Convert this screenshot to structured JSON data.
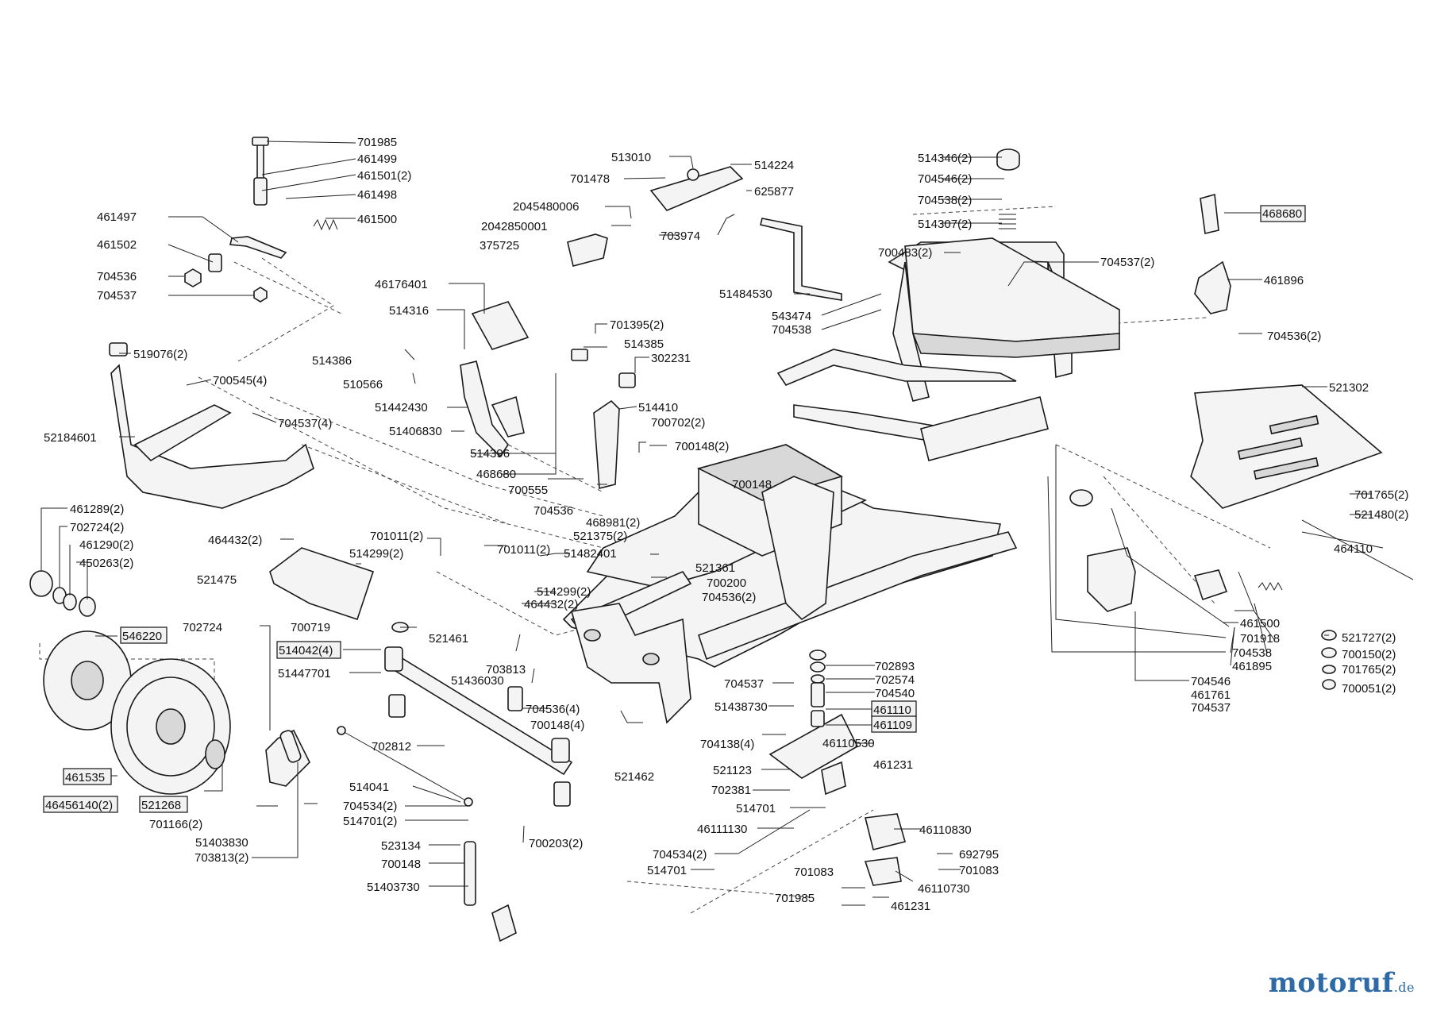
{
  "labels": [
    {
      "text": "701985"
    },
    {
      "text": "461499"
    },
    {
      "text": "461501(2)"
    },
    {
      "text": "461498"
    },
    {
      "text": "461500"
    },
    {
      "text": "461497"
    },
    {
      "text": "461502"
    },
    {
      "text": "704536"
    },
    {
      "text": "704537"
    },
    {
      "text": "513010"
    },
    {
      "text": "514224"
    },
    {
      "text": "701478"
    },
    {
      "text": "625877"
    },
    {
      "text": "2045480006"
    },
    {
      "text": "2042850001"
    },
    {
      "text": "703974"
    },
    {
      "text": "375725"
    },
    {
      "text": "51484530"
    },
    {
      "text": "514346(2)"
    },
    {
      "text": "704546(2)"
    },
    {
      "text": "704538(2)"
    },
    {
      "text": "514307(2)"
    },
    {
      "text": "700483(2)"
    },
    {
      "text": "704537(2)"
    },
    {
      "text": "468680"
    },
    {
      "text": "461896"
    },
    {
      "text": "704536(2)"
    },
    {
      "text": "543474"
    },
    {
      "text": "704538"
    },
    {
      "text": "46176401"
    },
    {
      "text": "514316"
    },
    {
      "text": "701395(2)"
    },
    {
      "text": "514385"
    },
    {
      "text": "514386"
    },
    {
      "text": "302231"
    },
    {
      "text": "510566"
    },
    {
      "text": "51442430"
    },
    {
      "text": "514410"
    },
    {
      "text": "51406830"
    },
    {
      "text": "700702(2)"
    },
    {
      "text": "700148(2)"
    },
    {
      "text": "514396"
    },
    {
      "text": "468680"
    },
    {
      "text": "700555"
    },
    {
      "text": "704536"
    },
    {
      "text": "700148"
    },
    {
      "text": "519076(2)"
    },
    {
      "text": "700545(4)"
    },
    {
      "text": "704537(4)"
    },
    {
      "text": "52184601"
    },
    {
      "text": "521302"
    },
    {
      "text": "701765(2)"
    },
    {
      "text": "521480(2)"
    },
    {
      "text": "464110"
    },
    {
      "text": "461289(2)"
    },
    {
      "text": "702724(2)"
    },
    {
      "text": "461290(2)"
    },
    {
      "text": "450263(2)"
    },
    {
      "text": "464432(2)"
    },
    {
      "text": "701011(2)"
    },
    {
      "text": "514299(2)"
    },
    {
      "text": "521475"
    },
    {
      "text": "468981(2)"
    },
    {
      "text": "521375(2)"
    },
    {
      "text": "701011(2)"
    },
    {
      "text": "51482401"
    },
    {
      "text": "521361"
    },
    {
      "text": "700200"
    },
    {
      "text": "704536(2)"
    },
    {
      "text": "514299(2)"
    },
    {
      "text": "464432(2)"
    },
    {
      "text": "546220"
    },
    {
      "text": "702724"
    },
    {
      "text": "700719"
    },
    {
      "text": "514042(4)"
    },
    {
      "text": "51447701"
    },
    {
      "text": "521461"
    },
    {
      "text": "703813"
    },
    {
      "text": "51436030"
    },
    {
      "text": "704536(4)"
    },
    {
      "text": "700148(4)"
    },
    {
      "text": "521462"
    },
    {
      "text": "702812"
    },
    {
      "text": "461535"
    },
    {
      "text": "46456140(2)"
    },
    {
      "text": "521268"
    },
    {
      "text": "701166(2)"
    },
    {
      "text": "51403830"
    },
    {
      "text": "703813(2)"
    },
    {
      "text": "514041"
    },
    {
      "text": "704534(2)"
    },
    {
      "text": "514701(2)"
    },
    {
      "text": "700203(2)"
    },
    {
      "text": "523134"
    },
    {
      "text": "700148"
    },
    {
      "text": "51403730"
    },
    {
      "text": "702893"
    },
    {
      "text": "702574"
    },
    {
      "text": "704540"
    },
    {
      "text": "461110"
    },
    {
      "text": "461109"
    },
    {
      "text": "704537"
    },
    {
      "text": "51438730"
    },
    {
      "text": "704138(4)"
    },
    {
      "text": "46110530"
    },
    {
      "text": "461231"
    },
    {
      "text": "521123"
    },
    {
      "text": "702381"
    },
    {
      "text": "514701"
    },
    {
      "text": "46111130"
    },
    {
      "text": "46110830"
    },
    {
      "text": "704534(2)"
    },
    {
      "text": "692795"
    },
    {
      "text": "514701"
    },
    {
      "text": "701083"
    },
    {
      "text": "701083"
    },
    {
      "text": "46110730"
    },
    {
      "text": "701985"
    },
    {
      "text": "461231"
    },
    {
      "text": "461500"
    },
    {
      "text": "701918"
    },
    {
      "text": "704538"
    },
    {
      "text": "461895"
    },
    {
      "text": "704546"
    },
    {
      "text": "461761"
    },
    {
      "text": "704537"
    },
    {
      "text": "521727(2)"
    },
    {
      "text": "700150(2)"
    },
    {
      "text": "701765(2)"
    },
    {
      "text": "700051(2)"
    }
  ],
  "watermark": {
    "main": "motoruf",
    "suffix": ".de"
  }
}
